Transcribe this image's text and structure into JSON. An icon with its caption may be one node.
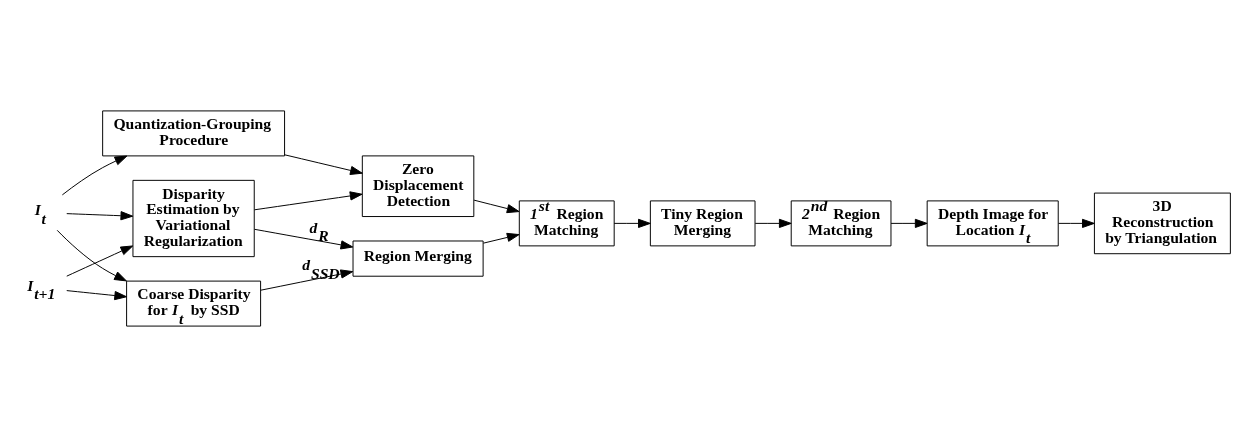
{
  "diagram": {
    "nodes": [
      {
        "text": [
          "*I*$_{t}$"
        ]
      },
      {
        "text": [
          "*I*$_{t+1}$"
        ]
      },
      {
        "text": [
          "Quantization-Grouping Procedure"
        ]
      },
      {
        "text": [
          "Disparity Estimation by Variational Regularization"
        ]
      },
      {
        "text": [
          "Coarse Disparity for *I*$_{t}$ by SSD"
        ]
      },
      {
        "text": [
          "Zero Displacement Detection"
        ]
      },
      {
        "text": [
          "Region Merging"
        ]
      },
      {
        "text": [
          "*1*$^{st}$ Region Matching"
        ]
      },
      {
        "text": [
          "Tiny Region Merging"
        ]
      },
      {
        "text": [
          "*2*$^{nd}$ Region Matching"
        ]
      },
      {
        "text": [
          "Depth Image for Location *I*$_{t}$"
        ]
      },
      {
        "text": [
          "3D Reconstruction by Triangulation"
        ]
      }
    ],
    "edges": [
      {
        "from": 0,
        "to": 2,
        "arrow": "to"
      },
      {
        "from": 0,
        "to": 3,
        "arrow": "to"
      },
      {
        "from": 0,
        "to": 4,
        "arrow": "to"
      },
      {
        "from": 1,
        "to": 3,
        "arrow": "to"
      },
      {
        "from": 1,
        "to": 4,
        "arrow": "to"
      },
      {
        "from": 2,
        "to": 5,
        "arrow": "to"
      },
      {
        "from": 3,
        "to": 5,
        "arrow": "to"
      },
      {
        "from": 3,
        "to": 6,
        "arrow": "to",
        "label": "*d*$_{R}$"
      },
      {
        "from": 4,
        "to": 6,
        "arrow": "to",
        "label": "*d*$_{SSD}$"
      },
      {
        "from": 5,
        "to": 7,
        "arrow": "to"
      },
      {
        "from": 6,
        "to": 7,
        "arrow": "to"
      },
      {
        "from": 7,
        "to": 8,
        "arrow": "to"
      },
      {
        "from": 8,
        "to": 9,
        "arrow": "to"
      },
      {
        "from": 9,
        "to": 10,
        "arrow": "to"
      },
      {
        "from": 10,
        "to": 11,
        "arrow": "to"
      }
    ]
  }
}
